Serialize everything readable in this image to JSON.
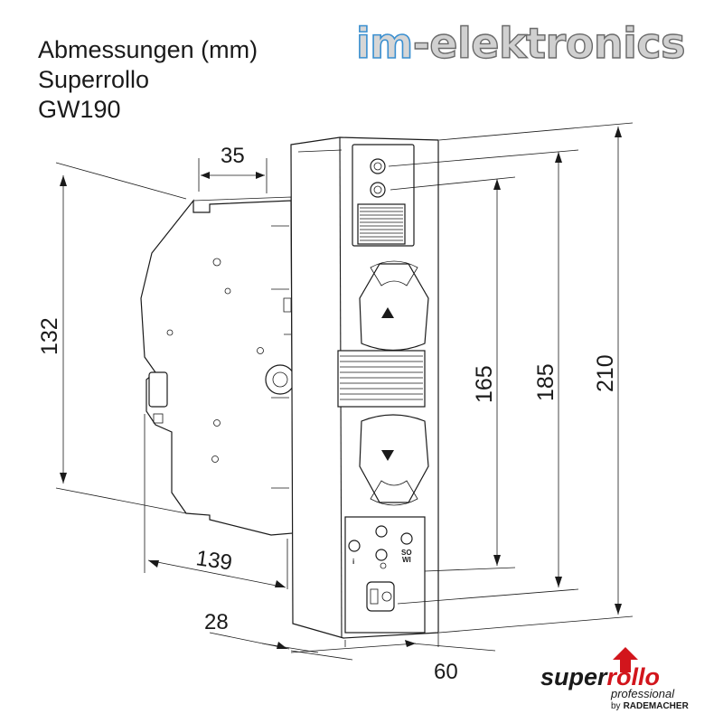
{
  "title_lines": [
    "Abmessungen (mm)",
    "Superrollo",
    "GW190"
  ],
  "brand": {
    "prefix": "im",
    "suffix": "-elektronics"
  },
  "dimensions": {
    "depth_top": "35",
    "height_side": "132",
    "width_bottom": "139",
    "front_depth": "28",
    "front_width": "60",
    "height_inner": "165",
    "height_mid": "185",
    "height_total": "210"
  },
  "panel_labels": {
    "info": "i",
    "so_wi": "SO\nWI"
  },
  "logo": {
    "super": "super",
    "rollo": "rollo",
    "professional": "professional",
    "by": "by",
    "maker": "RADEMACHER",
    "accent_color": "#d2151c"
  }
}
